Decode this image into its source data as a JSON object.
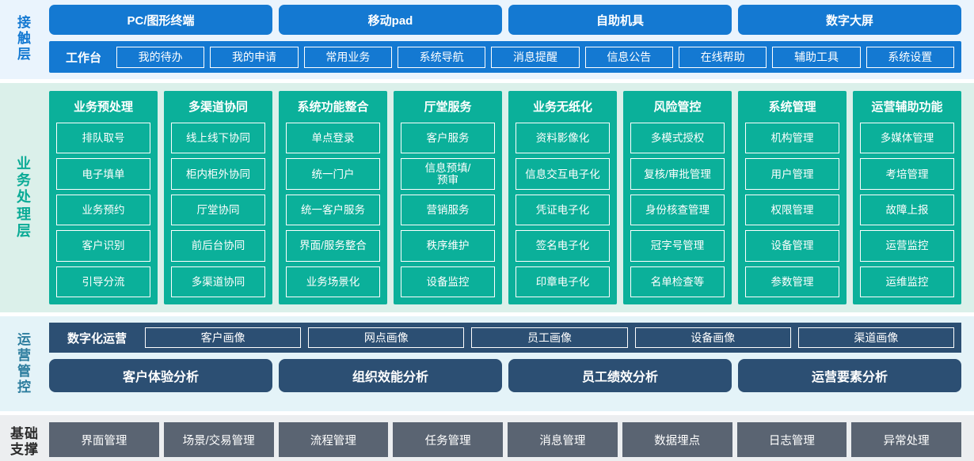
{
  "layers": {
    "contact": {
      "label_chars": [
        "接",
        "触",
        "层"
      ],
      "accent": "#1479d2",
      "background": "#eaf4fd",
      "channels": [
        "PC/图形终端",
        "移动pad",
        "自助机具",
        "数字大屏"
      ],
      "workbench_title": "工作台",
      "workbench_items": [
        "我的待办",
        "我的申请",
        "常用业务",
        "系统导航",
        "消息提醒",
        "信息公告",
        "在线帮助",
        "辅助工具",
        "系统设置"
      ]
    },
    "business": {
      "label_chars": [
        "业",
        "务",
        "处",
        "理",
        "层"
      ],
      "accent": "#0bb09a",
      "background": "#dbf0ea",
      "columns": [
        {
          "title": "业务预处理",
          "items": [
            "排队取号",
            "电子填单",
            "业务预约",
            "客户识别",
            "引导分流"
          ]
        },
        {
          "title": "多渠道协同",
          "items": [
            "线上线下协同",
            "柜内柜外协同",
            "厅堂协同",
            "前后台协同",
            "多渠道协同"
          ]
        },
        {
          "title": "系统功能整合",
          "items": [
            "单点登录",
            "统一门户",
            "统一客户服务",
            "界面/服务整合",
            "业务场景化"
          ]
        },
        {
          "title": "厅堂服务",
          "items": [
            "客户服务",
            "信息预填/\n预审",
            "营销服务",
            "秩序维护",
            "设备监控"
          ]
        },
        {
          "title": "业务无纸化",
          "items": [
            "资料影像化",
            "信息交互电子化",
            "凭证电子化",
            "签名电子化",
            "印章电子化"
          ]
        },
        {
          "title": "风险管控",
          "items": [
            "多模式授权",
            "复核/审批管理",
            "身份核查管理",
            "冠字号管理",
            "名单检查等"
          ]
        },
        {
          "title": "系统管理",
          "items": [
            "机构管理",
            "用户管理",
            "权限管理",
            "设备管理",
            "参数管理"
          ]
        },
        {
          "title": "运营辅助功能",
          "items": [
            "多媒体管理",
            "考培管理",
            "故障上报",
            "运营监控",
            "运维监控"
          ]
        }
      ]
    },
    "operations": {
      "label_chars": [
        "运",
        "营",
        "管",
        "控"
      ],
      "accent": "#2c4f73",
      "background": "#e4f3f8",
      "digital_title": "数字化运营",
      "portraits": [
        "客户画像",
        "网点画像",
        "员工画像",
        "设备画像",
        "渠道画像"
      ],
      "analytics": [
        "客户体验分析",
        "组织效能分析",
        "员工绩效分析",
        "运营要素分析"
      ]
    },
    "foundation": {
      "label_chars": [
        "基础",
        "支撑"
      ],
      "accent": "#5a6472",
      "background": "#eceef0",
      "items": [
        "界面管理",
        "场景/交易管理",
        "流程管理",
        "任务管理",
        "消息管理",
        "数据埋点",
        "日志管理",
        "异常处理"
      ]
    }
  }
}
